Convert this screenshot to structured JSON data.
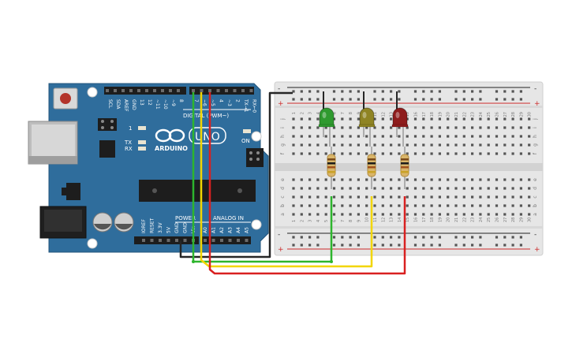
{
  "arduino": {
    "logo": "ARDUINO",
    "model": "UNO",
    "on_label": "ON",
    "tx_label": "TX",
    "rx_label": "RX",
    "l_label": "1",
    "digital_label": "DIGITAL (PWM~)",
    "power_label": "POWER",
    "analog_label": "ANALOG IN",
    "top_header_labels": [
      "SCL",
      "SDA",
      "AREF",
      "GND",
      "13",
      "12",
      "~11",
      "~10",
      "~9",
      "8",
      "7",
      "~6",
      "~5",
      "4",
      "~3",
      "2",
      "TX→1",
      "RX←0"
    ],
    "bottom_header_labels": [
      "IOREF",
      "RESET",
      "3.3V",
      "5V",
      "GND",
      "GND",
      "Vin",
      "A0",
      "A1",
      "A2",
      "A3",
      "A4",
      "A5"
    ]
  },
  "breadboard": {
    "columns": 30,
    "row_letters_top": [
      "j",
      "i",
      "h",
      "g",
      "f"
    ],
    "row_letters_bottom": [
      "e",
      "d",
      "c",
      "b",
      "a"
    ],
    "rail_plus": "+",
    "rail_minus": "-"
  },
  "components": {
    "leds": [
      {
        "name": "green-led",
        "color": "#2f9a2f"
      },
      {
        "name": "yellow-led",
        "color": "#8f8424"
      },
      {
        "name": "red-led",
        "color": "#8e1c1c"
      }
    ],
    "wire_colors": {
      "green": "#2db52d",
      "yellow": "#f2d600",
      "red": "#d92020",
      "black": "#262626"
    }
  }
}
